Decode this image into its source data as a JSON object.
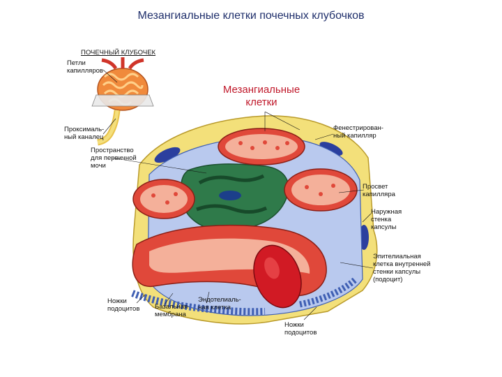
{
  "title": "Мезангиальные клетки почечных клубочков",
  "heading": {
    "line1": "Мезангиальные",
    "line2": "клетки"
  },
  "inset": {
    "title": "ПОЧЕЧНЫЙ КЛУБОЧЕК",
    "loops_l1": "Петли",
    "loops_l2": "капилляров",
    "tubule_l1": "Проксималь-",
    "tubule_l2": "ный каналец"
  },
  "labels": {
    "urinary_l1": "Пространство",
    "urinary_l2": "для первичной",
    "urinary_l3": "мочи",
    "fenestrated_l1": "Фенестрирован-",
    "fenestrated_l2": "ный капилляр",
    "lumen_l1": "Просвет",
    "lumen_l2": "капилляра",
    "outer_l1": "Наружная",
    "outer_l2": "стенка",
    "outer_l3": "капсулы",
    "epi_l1": "Эпителиальная",
    "epi_l2": "клетка внутренней",
    "epi_l3": "стенки капсулы",
    "epi_l4": "(подоцит)",
    "feet1_l1": "Ножки",
    "feet1_l2": "подоцитов",
    "bm_l1": "Базальная",
    "bm_l2": "мембрана",
    "endo_l1": "Эндотелиаль-",
    "endo_l2": "ная клетка",
    "feet2_l1": "Ножки",
    "feet2_l2": "подоцитов"
  },
  "colors": {
    "capsule": "#f3e07a",
    "capillary": "#e0483a",
    "capillary_inner": "#f4b09a",
    "mesangial": "#2f7a4a",
    "podocyte": "#b9c9ee",
    "podocyte_dark": "#3f5fb3",
    "nucleus": "#2b3f9e",
    "title": "#1f2f6b",
    "accent": "#c0182a"
  }
}
